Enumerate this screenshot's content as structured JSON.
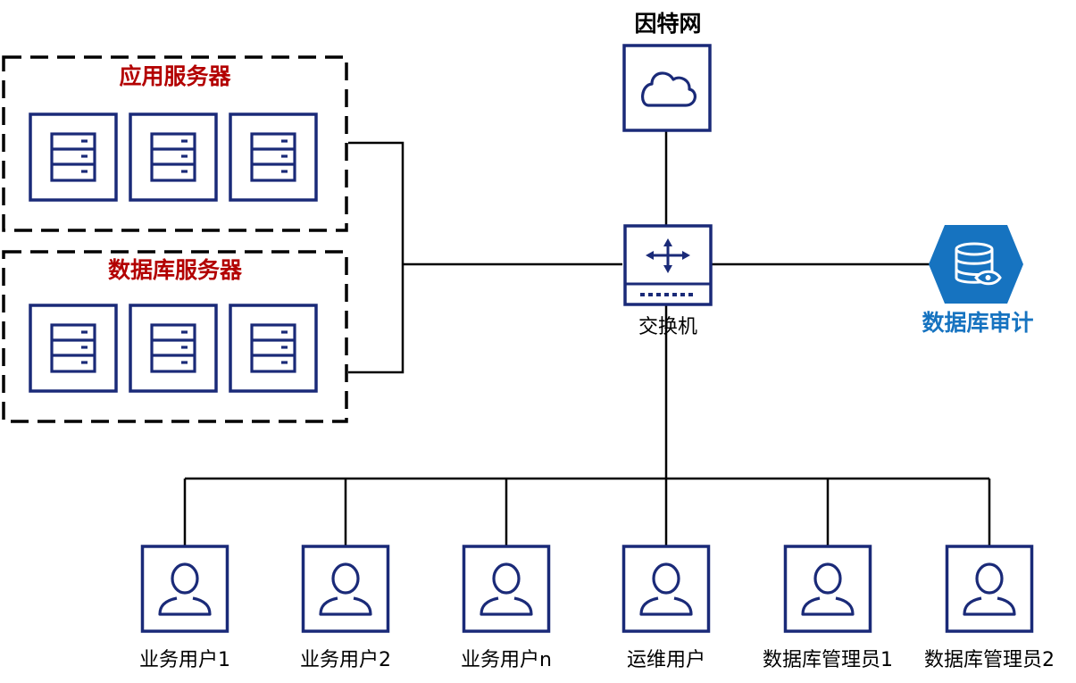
{
  "colors": {
    "icon_stroke": "#1a2a78",
    "group_title": "#b30000",
    "audit_hexagon": "#1673c0",
    "audit_label": "#1673c0",
    "line": "#000000"
  },
  "internet": {
    "label": "因特网",
    "icon": "cloud-icon"
  },
  "switch": {
    "label": "交换机",
    "icon": "router-arrows-icon"
  },
  "audit": {
    "label": "数据库审计",
    "icon": "database-eye-icon"
  },
  "groups": {
    "app_servers": {
      "label": "应用服务器",
      "server_count": 3,
      "icon": "server-icon"
    },
    "db_servers": {
      "label": "数据库服务器",
      "server_count": 3,
      "icon": "server-icon"
    }
  },
  "users": [
    {
      "label": "业务用户1",
      "icon": "user-icon"
    },
    {
      "label": "业务用户2",
      "icon": "user-icon"
    },
    {
      "label": "业务用户n",
      "icon": "user-icon"
    },
    {
      "label": "运维用户",
      "icon": "user-icon"
    },
    {
      "label": "数据库管理员1",
      "icon": "user-icon"
    },
    {
      "label": "数据库管理员2",
      "icon": "user-icon"
    }
  ]
}
